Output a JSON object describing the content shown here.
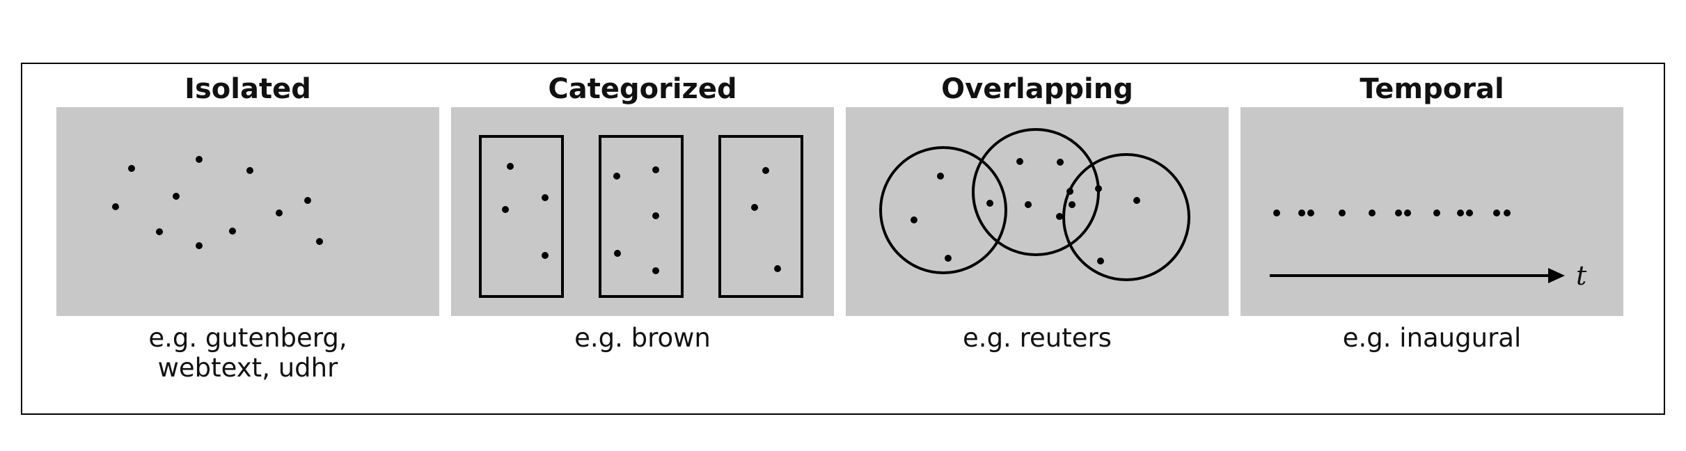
{
  "panels": [
    {
      "title": "Isolated",
      "caption": "e.g. gutenberg,\nwebtext, udhr"
    },
    {
      "title": "Categorized",
      "caption": "e.g. brown"
    },
    {
      "title": "Overlapping",
      "caption": "e.g. reuters"
    },
    {
      "title": "Temporal",
      "caption": "e.g. inaugural",
      "axis_label": "t"
    }
  ],
  "colors": {
    "panel_background": "#c8c8c8",
    "ink": "#000000"
  }
}
